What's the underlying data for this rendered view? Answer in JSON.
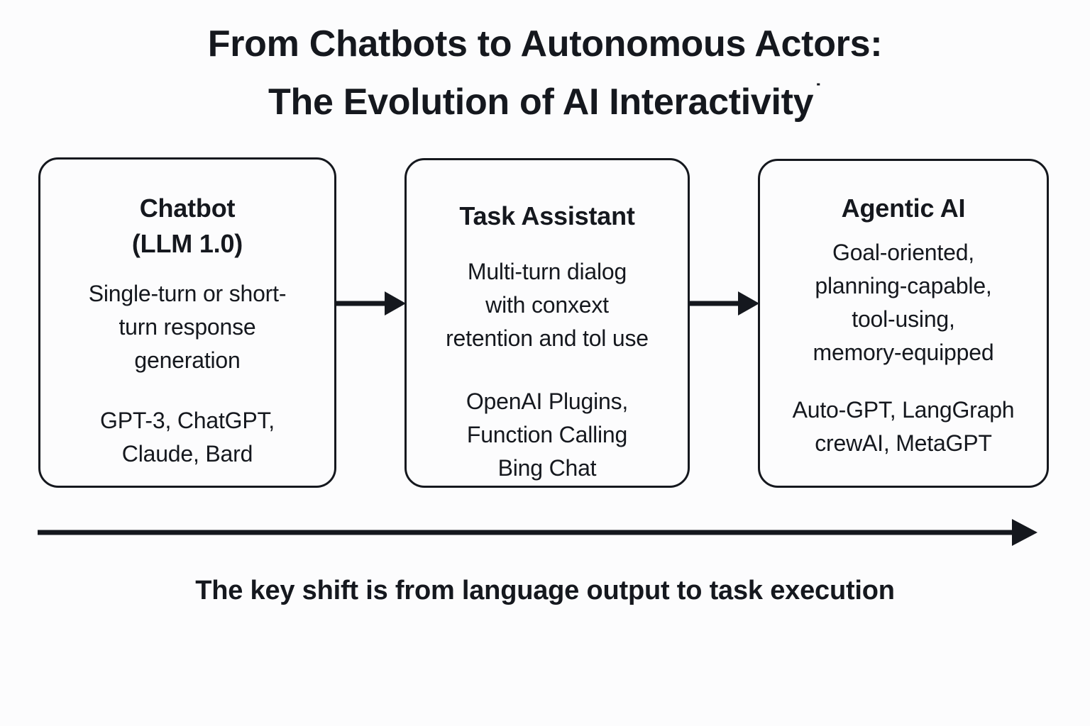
{
  "title": {
    "line1": "From Chatbots to Autonomous Actors:",
    "line2": "The Evolution of AI Interactivity",
    "trailing_mark": "˙"
  },
  "stages": [
    {
      "id": "chatbot",
      "title_line1": "Chatbot",
      "title_line2": "(LLM 1.0)",
      "description_lines": [
        "Single-turn or short-",
        "turn response",
        "generation"
      ],
      "example_lines": [
        "GPT-3, ChatGPT,",
        "Claude, Bard"
      ]
    },
    {
      "id": "task-assistant",
      "title_line1": "Task Assistant",
      "title_line2": "",
      "description_lines": [
        "Multi-turn dialog",
        "with conxext",
        "retention and tol use"
      ],
      "example_lines": [
        "OpenAI Plugins,",
        "Function Calling",
        "Bing Chat"
      ]
    },
    {
      "id": "agentic-ai",
      "title_line1": "Agentic AI",
      "title_line2": "",
      "description_lines": [
        "Goal-oriented,",
        "planning-capable,",
        "tool-using,",
        "memory-equipped"
      ],
      "example_lines": [
        "Auto-GPT, LangGraph",
        "crewAI, MetaGPT"
      ]
    }
  ],
  "arrows": {
    "connector_1_name": "arrow-chatbot-to-task-assistant",
    "connector_2_name": "arrow-task-assistant-to-agentic-ai",
    "timeline_name": "timeline-progression-arrow"
  },
  "caption": "The key shift is from language output to task execution",
  "colors": {
    "background": "#fcfcfd",
    "ink": "#15181e",
    "box_fill": "#fcfcfd",
    "box_stroke": "#15181e"
  }
}
